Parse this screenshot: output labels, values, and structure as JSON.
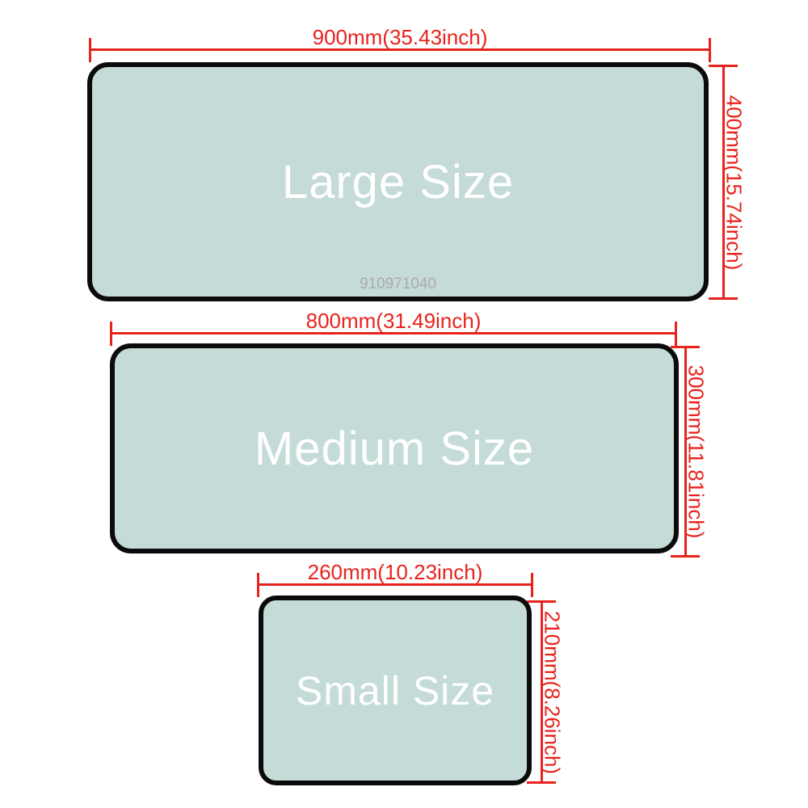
{
  "watermark": "910971040",
  "pads": [
    {
      "id": "large",
      "label": "Large Size",
      "width_label": "900mm(35.43inch)",
      "height_label": "400mm(15.74inch)"
    },
    {
      "id": "medium",
      "label": "Medium Size",
      "width_label": "800mm(31.49inch)",
      "height_label": "300mm(11.81inch)"
    },
    {
      "id": "small",
      "label": "Small Size",
      "width_label": "260mm(10.23inch)",
      "height_label": "210mm(8.26inch)"
    }
  ],
  "colors": {
    "red": "#e8231d",
    "pad_fill": "#c5dbd8",
    "pad_border": "#0b0b0b",
    "label": "#ffffff",
    "watermark": "#a9abab",
    "bg": "#ffffff"
  }
}
